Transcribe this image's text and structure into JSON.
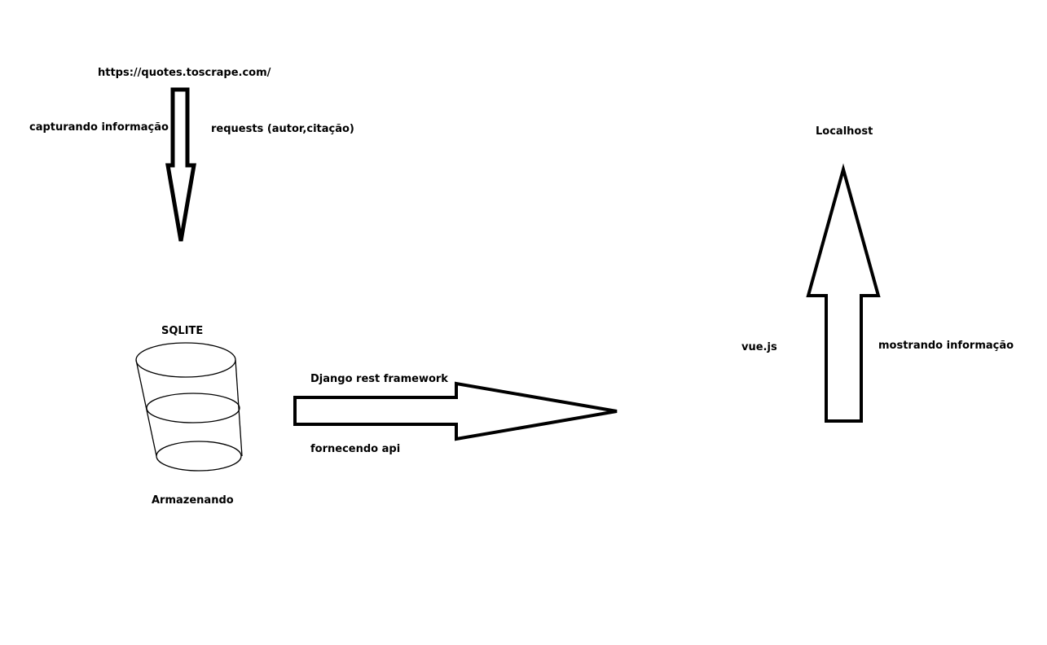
{
  "colors": {
    "background": "#ffffff",
    "ink": "#000000"
  },
  "labels": {
    "source_url": "https://quotes.toscrape.com/",
    "capturing": "capturando informação",
    "requests": "requests (autor,citação)",
    "database": "SQLITE",
    "storing": "Armazenando",
    "drf": "Django rest framework",
    "api": "fornecendo api",
    "localhost": "Localhost",
    "vuejs": "vue.js",
    "showing": "mostrando informação"
  },
  "icons": {
    "database": "database-cylinder-icon",
    "down_arrow": "arrow-down-icon",
    "right_arrow": "arrow-right-icon",
    "up_arrow": "arrow-up-icon"
  }
}
